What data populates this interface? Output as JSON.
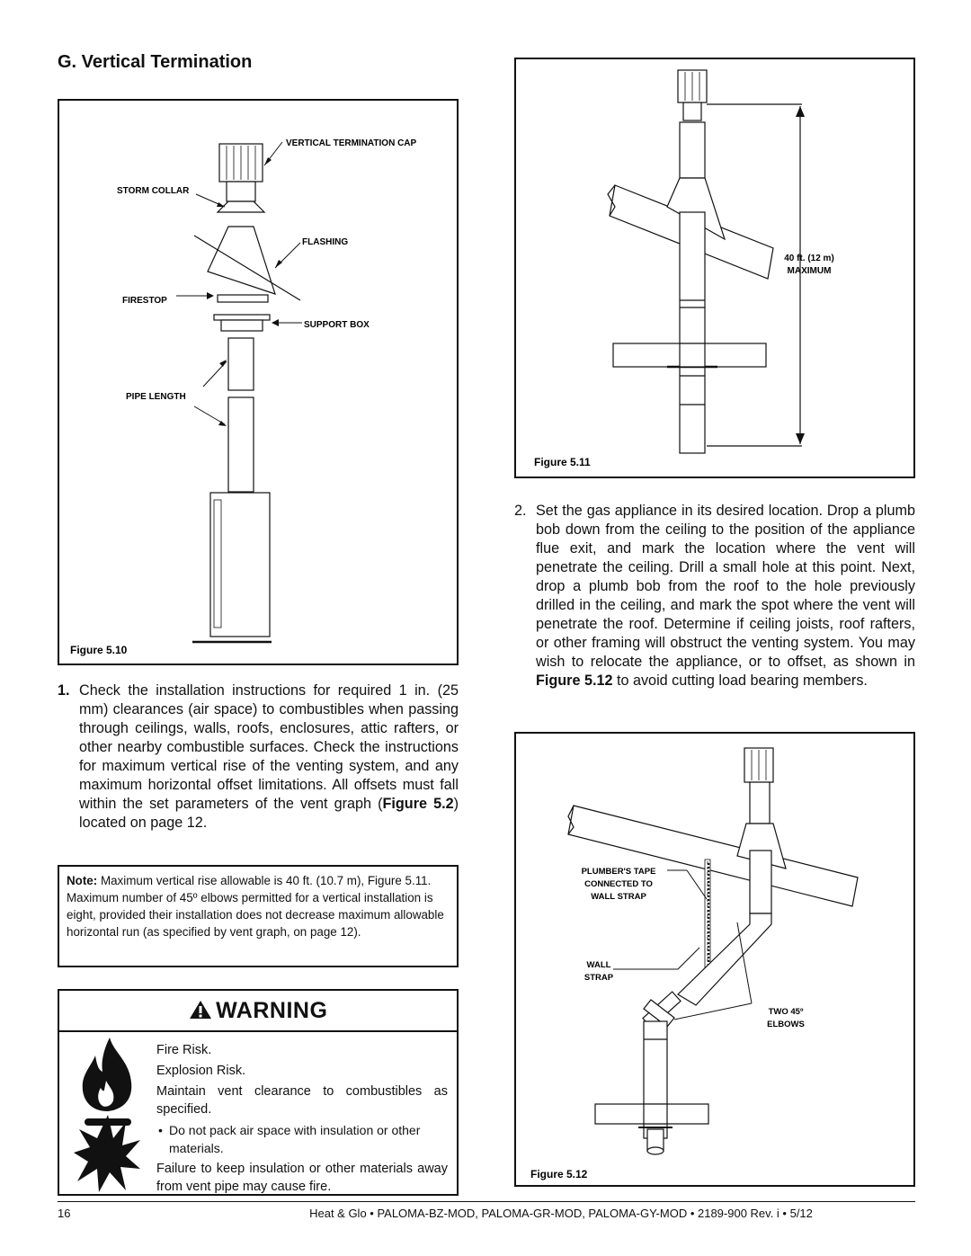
{
  "section_title": "G. Vertical Termination",
  "figure_5_10": {
    "label": "Figure 5.10",
    "callouts": {
      "vertical_termination_cap": "VERTICAL TERMINATION CAP",
      "storm_collar": "STORM COLLAR",
      "flashing": "FLASHING",
      "firestop": "FIRESTOP",
      "support_box": "SUPPORT BOX",
      "pipe_length": "PIPE LENGTH"
    }
  },
  "figure_5_11": {
    "label": "Figure 5.11",
    "dimension_line1": "40 ft. (12 m)",
    "dimension_line2": "MAXIMUM"
  },
  "figure_5_12": {
    "label": "Figure 5.12",
    "plumbers_tape_1": "PLUMBER'S TAPE",
    "plumbers_tape_2": "CONNECTED TO",
    "plumbers_tape_3": "WALL STRAP",
    "wall_strap_1": "WALL",
    "wall_strap_2": "STRAP",
    "elbows_1": "TWO 45º",
    "elbows_2": "ELBOWS"
  },
  "step1": {
    "number": "1.",
    "text_a": "Check the installation instructions for required 1 in. (25 mm) clearances (air space) to combustibles when passing through ceilings, walls, roofs, enclosures, attic rafters, or other nearby combustible surfaces. Check the instructions for maximum vertical rise of the venting system, and any maximum horizontal offset limitations. All offsets must fall within the set parameters of the vent graph (",
    "ref": "Figure 5.2",
    "text_b": ") located on page 12."
  },
  "step2": {
    "number": "2.",
    "text_a": "Set the gas appliance in its desired location. Drop a plumb bob down from the ceiling to the position of the appliance flue exit, and mark the location where the vent will penetrate the ceiling. Drill a small hole at this point. Next, drop a plumb bob from the roof to the hole previously drilled in the ceiling, and mark the spot where the vent will penetrate the roof. Determine if ceiling joists, roof rafters, or other framing will obstruct the venting system. You may wish to relocate the appliance, or to offset, as shown in ",
    "ref": "Figure 5.12",
    "text_b": " to avoid cutting load bearing members."
  },
  "note": {
    "label": "Note:",
    "text": " Maximum vertical rise allowable is 40 ft. (10.7 m), Figure 5.11. Maximum number of 45º elbows permitted for a vertical installation is eight, provided their installation does not decrease maximum allowable horizontal run (as specified by vent graph, on page 12)."
  },
  "warning": {
    "title": "WARNING",
    "line_fire": "Fire Risk.",
    "line_explosion": "Explosion Risk.",
    "line_maintain": "Maintain vent clearance to combustibles as specified.",
    "bullet": "Do not pack air space with insulation or other materials.",
    "line_failure": "Failure to keep insulation or other materials away from vent pipe may cause fire.",
    "icons": [
      "warning-triangle-icon",
      "flame-icon",
      "explosion-icon"
    ]
  },
  "footer": {
    "page_number": "16",
    "text": "Heat & Glo • PALOMA-BZ-MOD, PALOMA-GR-MOD, PALOMA-GY-MOD • 2189-900 Rev. i • 5/12"
  }
}
